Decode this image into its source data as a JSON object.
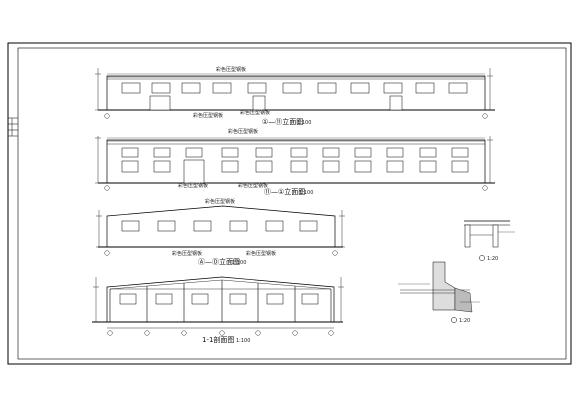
{
  "drawing": {
    "elevations": [
      {
        "id": "elev-1",
        "title": "①—⑪立面图",
        "scale": "1:100",
        "top_note": "彩色压型钢板",
        "bottom_notes": [
          "彩色压型钢板",
          "彩色压型钢板"
        ]
      },
      {
        "id": "elev-2",
        "title": "⑪—①立面图",
        "scale": "1:100",
        "top_note": "彩色压型钢板",
        "bottom_notes": [
          "彩色压型钢板",
          "彩色压型钢板"
        ]
      },
      {
        "id": "elev-3",
        "title": "Ⓐ—Ⓓ立面图",
        "scale": "1:100",
        "top_note": "彩色压型钢板",
        "bottom_notes": [
          "彩色压型钢板",
          "彩色压型钢板"
        ]
      }
    ],
    "section": {
      "title": "1-1剖面图",
      "scale": "1:100"
    },
    "details": [
      {
        "id": "detail-1",
        "mark": "1:20"
      },
      {
        "id": "detail-2",
        "mark": "1:20"
      }
    ]
  }
}
